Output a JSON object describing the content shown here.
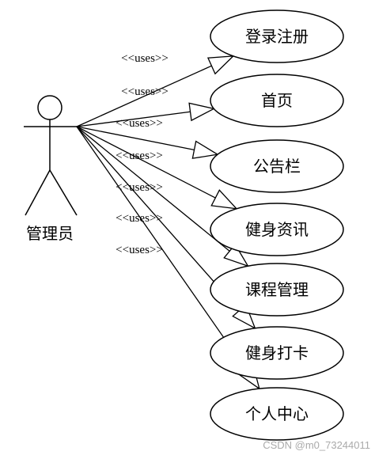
{
  "actor": {
    "label": "管理员"
  },
  "relation_label": "<<uses>>",
  "use_cases": [
    {
      "label": "登录注册"
    },
    {
      "label": "首页"
    },
    {
      "label": "公告栏"
    },
    {
      "label": "健身资讯"
    },
    {
      "label": "课程管理"
    },
    {
      "label": "健身打卡"
    },
    {
      "label": "个人中心"
    }
  ],
  "watermark": "CSDN @m0_73244011"
}
